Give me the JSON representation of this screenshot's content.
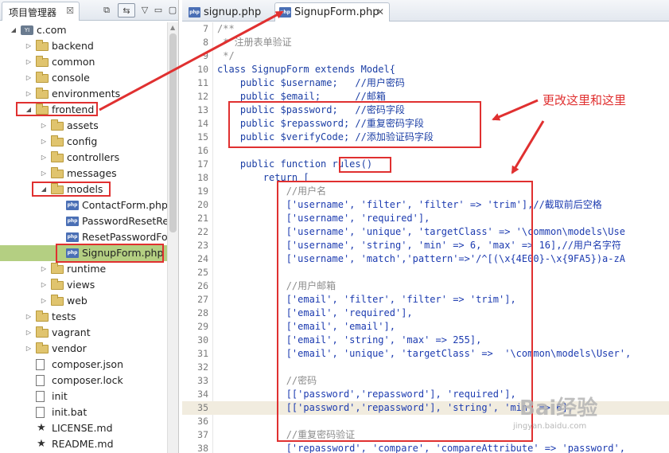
{
  "left_panel": {
    "title": "项目管理器",
    "close": "☒",
    "tree": [
      {
        "label": "c.com",
        "icon": "project",
        "depth": 0,
        "twisty": "open"
      },
      {
        "label": "backend",
        "icon": "folder",
        "depth": 1,
        "twisty": "closed"
      },
      {
        "label": "common",
        "icon": "folder",
        "depth": 1,
        "twisty": "closed"
      },
      {
        "label": "console",
        "icon": "folder",
        "depth": 1,
        "twisty": "closed"
      },
      {
        "label": "environments",
        "icon": "folder",
        "depth": 1,
        "twisty": "closed"
      },
      {
        "label": "frontend",
        "icon": "folder",
        "depth": 1,
        "twisty": "open"
      },
      {
        "label": "assets",
        "icon": "folder",
        "depth": 2,
        "twisty": "closed"
      },
      {
        "label": "config",
        "icon": "folder",
        "depth": 2,
        "twisty": "closed"
      },
      {
        "label": "controllers",
        "icon": "folder",
        "depth": 2,
        "twisty": "closed"
      },
      {
        "label": "messages",
        "icon": "folder",
        "depth": 2,
        "twisty": "closed"
      },
      {
        "label": "models",
        "icon": "folder",
        "depth": 2,
        "twisty": "open"
      },
      {
        "label": "ContactForm.php",
        "icon": "php",
        "depth": 3,
        "twisty": ""
      },
      {
        "label": "PasswordResetRe",
        "icon": "php",
        "depth": 3,
        "twisty": ""
      },
      {
        "label": "ResetPasswordFor",
        "icon": "php",
        "depth": 3,
        "twisty": ""
      },
      {
        "label": "SignupForm.php",
        "icon": "php",
        "depth": 3,
        "twisty": "",
        "selected": true
      },
      {
        "label": "runtime",
        "icon": "folder",
        "depth": 2,
        "twisty": "closed"
      },
      {
        "label": "views",
        "icon": "folder",
        "depth": 2,
        "twisty": "closed"
      },
      {
        "label": "web",
        "icon": "folder",
        "depth": 2,
        "twisty": "closed"
      },
      {
        "label": "tests",
        "icon": "folder",
        "depth": 1,
        "twisty": "closed"
      },
      {
        "label": "vagrant",
        "icon": "folder",
        "depth": 1,
        "twisty": "closed"
      },
      {
        "label": "vendor",
        "icon": "folder",
        "depth": 1,
        "twisty": "closed"
      },
      {
        "label": "composer.json",
        "icon": "doc",
        "depth": 1,
        "twisty": ""
      },
      {
        "label": "composer.lock",
        "icon": "doc",
        "depth": 1,
        "twisty": ""
      },
      {
        "label": "init",
        "icon": "doc",
        "depth": 1,
        "twisty": ""
      },
      {
        "label": "init.bat",
        "icon": "doc",
        "depth": 1,
        "twisty": ""
      },
      {
        "label": "LICENSE.md",
        "icon": "star",
        "depth": 1,
        "twisty": ""
      },
      {
        "label": "README.md",
        "icon": "star",
        "depth": 1,
        "twisty": ""
      }
    ]
  },
  "editor": {
    "tabs": [
      {
        "label": "signup.php",
        "active": false
      },
      {
        "label": "SignupForm.php",
        "active": true
      }
    ],
    "lines": [
      {
        "n": "7",
        "text": "/**",
        "cls": "cm"
      },
      {
        "n": "8",
        "text": " * 注册表单验证",
        "cls": "cm"
      },
      {
        "n": "9",
        "text": " */",
        "cls": "cm"
      },
      {
        "n": "10",
        "text": "class SignupForm extends Model{",
        "cls": "k"
      },
      {
        "n": "11",
        "text": "    public $username;   //用户密码",
        "cls": "k"
      },
      {
        "n": "12",
        "text": "    public $email;      //邮箱",
        "cls": "k"
      },
      {
        "n": "13",
        "text": "    public $password;   //密码字段",
        "cls": "k"
      },
      {
        "n": "14",
        "text": "    public $repassword; //重复密码字段",
        "cls": "k"
      },
      {
        "n": "15",
        "text": "    public $verifyCode; //添加验证码字段",
        "cls": "k"
      },
      {
        "n": "16",
        "text": "",
        "cls": ""
      },
      {
        "n": "17",
        "text": "    public function rules()",
        "cls": "k"
      },
      {
        "n": "18",
        "text": "        return [",
        "cls": "k"
      },
      {
        "n": "19",
        "text": "            //用户名",
        "cls": "cm"
      },
      {
        "n": "20",
        "text": "            ['username', 'filter', 'filter' => 'trim'],//截取前后空格",
        "cls": "s2"
      },
      {
        "n": "21",
        "text": "            ['username', 'required'],",
        "cls": "s2"
      },
      {
        "n": "22",
        "text": "            ['username', 'unique', 'targetClass' => '\\common\\models\\Use",
        "cls": "s2"
      },
      {
        "n": "23",
        "text": "            ['username', 'string', 'min' => 6, 'max' => 16],//用户名字符",
        "cls": "s2"
      },
      {
        "n": "24",
        "text": "            ['username', 'match','pattern'=>'/^[(\\x{4E00}-\\x{9FA5})a-zA",
        "cls": "s2"
      },
      {
        "n": "25",
        "text": "",
        "cls": ""
      },
      {
        "n": "26",
        "text": "            //用户邮箱",
        "cls": "cm"
      },
      {
        "n": "27",
        "text": "            ['email', 'filter', 'filter' => 'trim'],",
        "cls": "s2"
      },
      {
        "n": "28",
        "text": "            ['email', 'required'],",
        "cls": "s2"
      },
      {
        "n": "29",
        "text": "            ['email', 'email'],",
        "cls": "s2"
      },
      {
        "n": "30",
        "text": "            ['email', 'string', 'max' => 255],",
        "cls": "s2"
      },
      {
        "n": "31",
        "text": "            ['email', 'unique', 'targetClass' =>  '\\common\\models\\User',",
        "cls": "s2"
      },
      {
        "n": "32",
        "text": "",
        "cls": ""
      },
      {
        "n": "33",
        "text": "            //密码",
        "cls": "cm"
      },
      {
        "n": "34",
        "text": "            [['password','repassword'], 'required'],",
        "cls": "s2"
      },
      {
        "n": "35",
        "text": "            [['password','repassword'], 'string', 'min' => 6],",
        "cls": "s2",
        "highlight": true
      },
      {
        "n": "36",
        "text": "",
        "cls": ""
      },
      {
        "n": "37",
        "text": "            //重复密码验证",
        "cls": "cm"
      },
      {
        "n": "38",
        "text": "            ['repassword', 'compare', 'compareAttribute' => 'password',",
        "cls": "s2"
      }
    ]
  },
  "annotation": {
    "text": "更改这里和这里",
    "color": "#e03030"
  },
  "watermark": {
    "main": "Bai经验",
    "sub": "jingyan.baidu.com"
  }
}
